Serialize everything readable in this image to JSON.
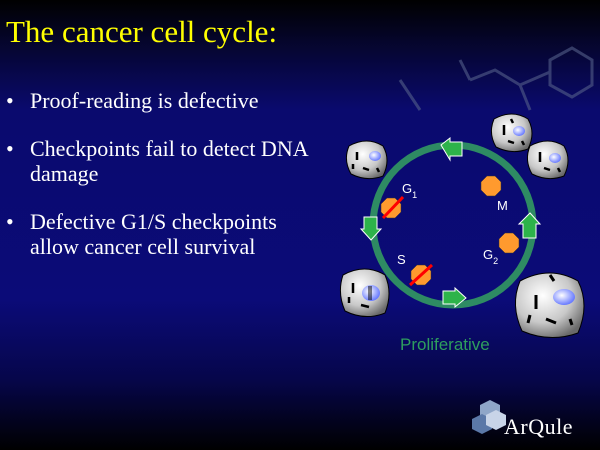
{
  "slide": {
    "title": "The cancer cell cycle:",
    "bullets": [
      "Proof-reading is defective",
      "Checkpoints fail to detect DNA damage",
      "Defective G1/S checkpoints allow cancer cell survival"
    ],
    "bullet_symbol": "•"
  },
  "diagram": {
    "phase_g": "G",
    "g1_sub": "1",
    "g2_sub": "2",
    "phase_m": "M",
    "phase_s": "S",
    "caption": "Proliferative",
    "colors": {
      "ring": "#2e8b63",
      "arrow": "#2db34a",
      "checkpoint": "#ff9a2e",
      "defect": "#ff0000",
      "caption": "#2e9e5e"
    }
  },
  "logo": {
    "text": "ArQule"
  }
}
